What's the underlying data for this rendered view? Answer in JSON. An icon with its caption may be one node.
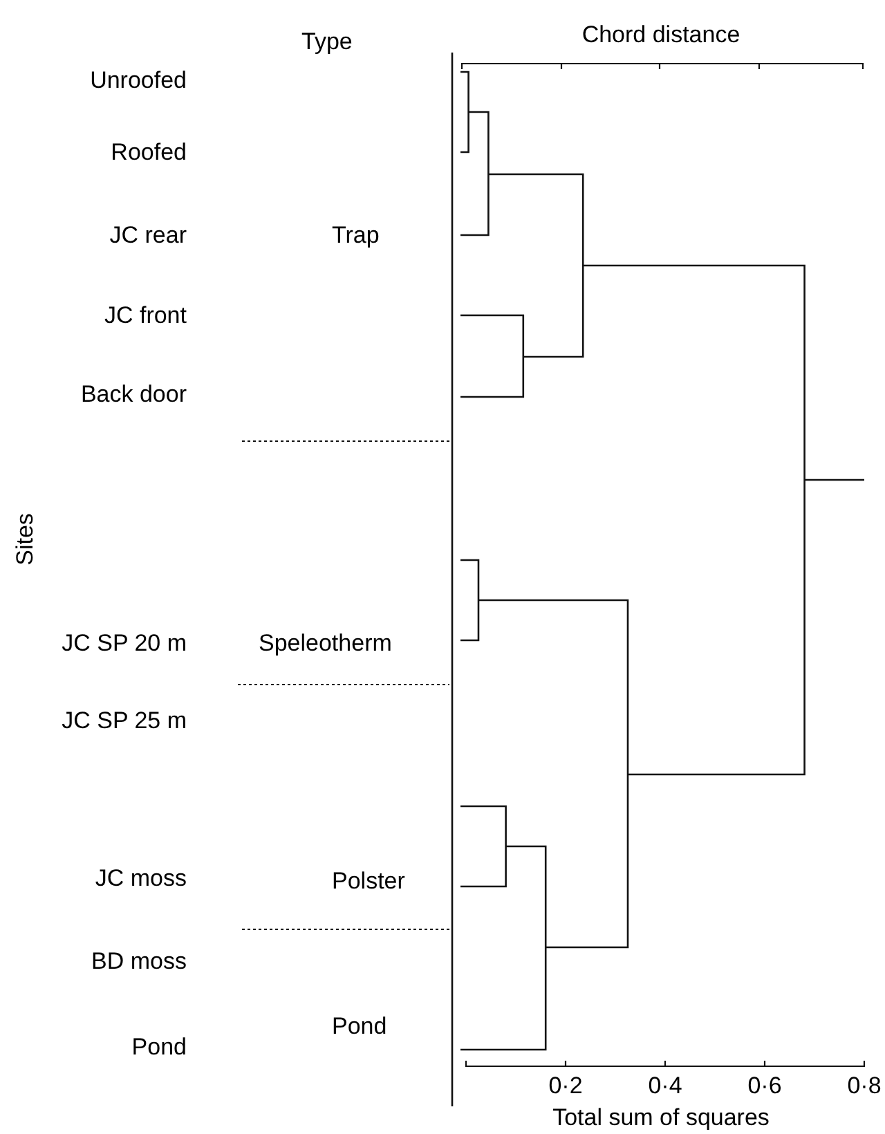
{
  "diagram": {
    "labels": [
      "Type",
      "Chord distance",
      "Unroofed",
      "Roofed",
      "JC rear",
      "Trap",
      "JC front",
      "Back door",
      "Sites",
      "JC SP 20 m",
      "Speleotherm",
      "JC SP 25 m",
      "JC moss",
      "Polster",
      "BD moss",
      "Pond",
      "Pond",
      "0·2",
      "0·4",
      "0·6",
      "0·8",
      "Total sum of squares"
    ]
  }
}
